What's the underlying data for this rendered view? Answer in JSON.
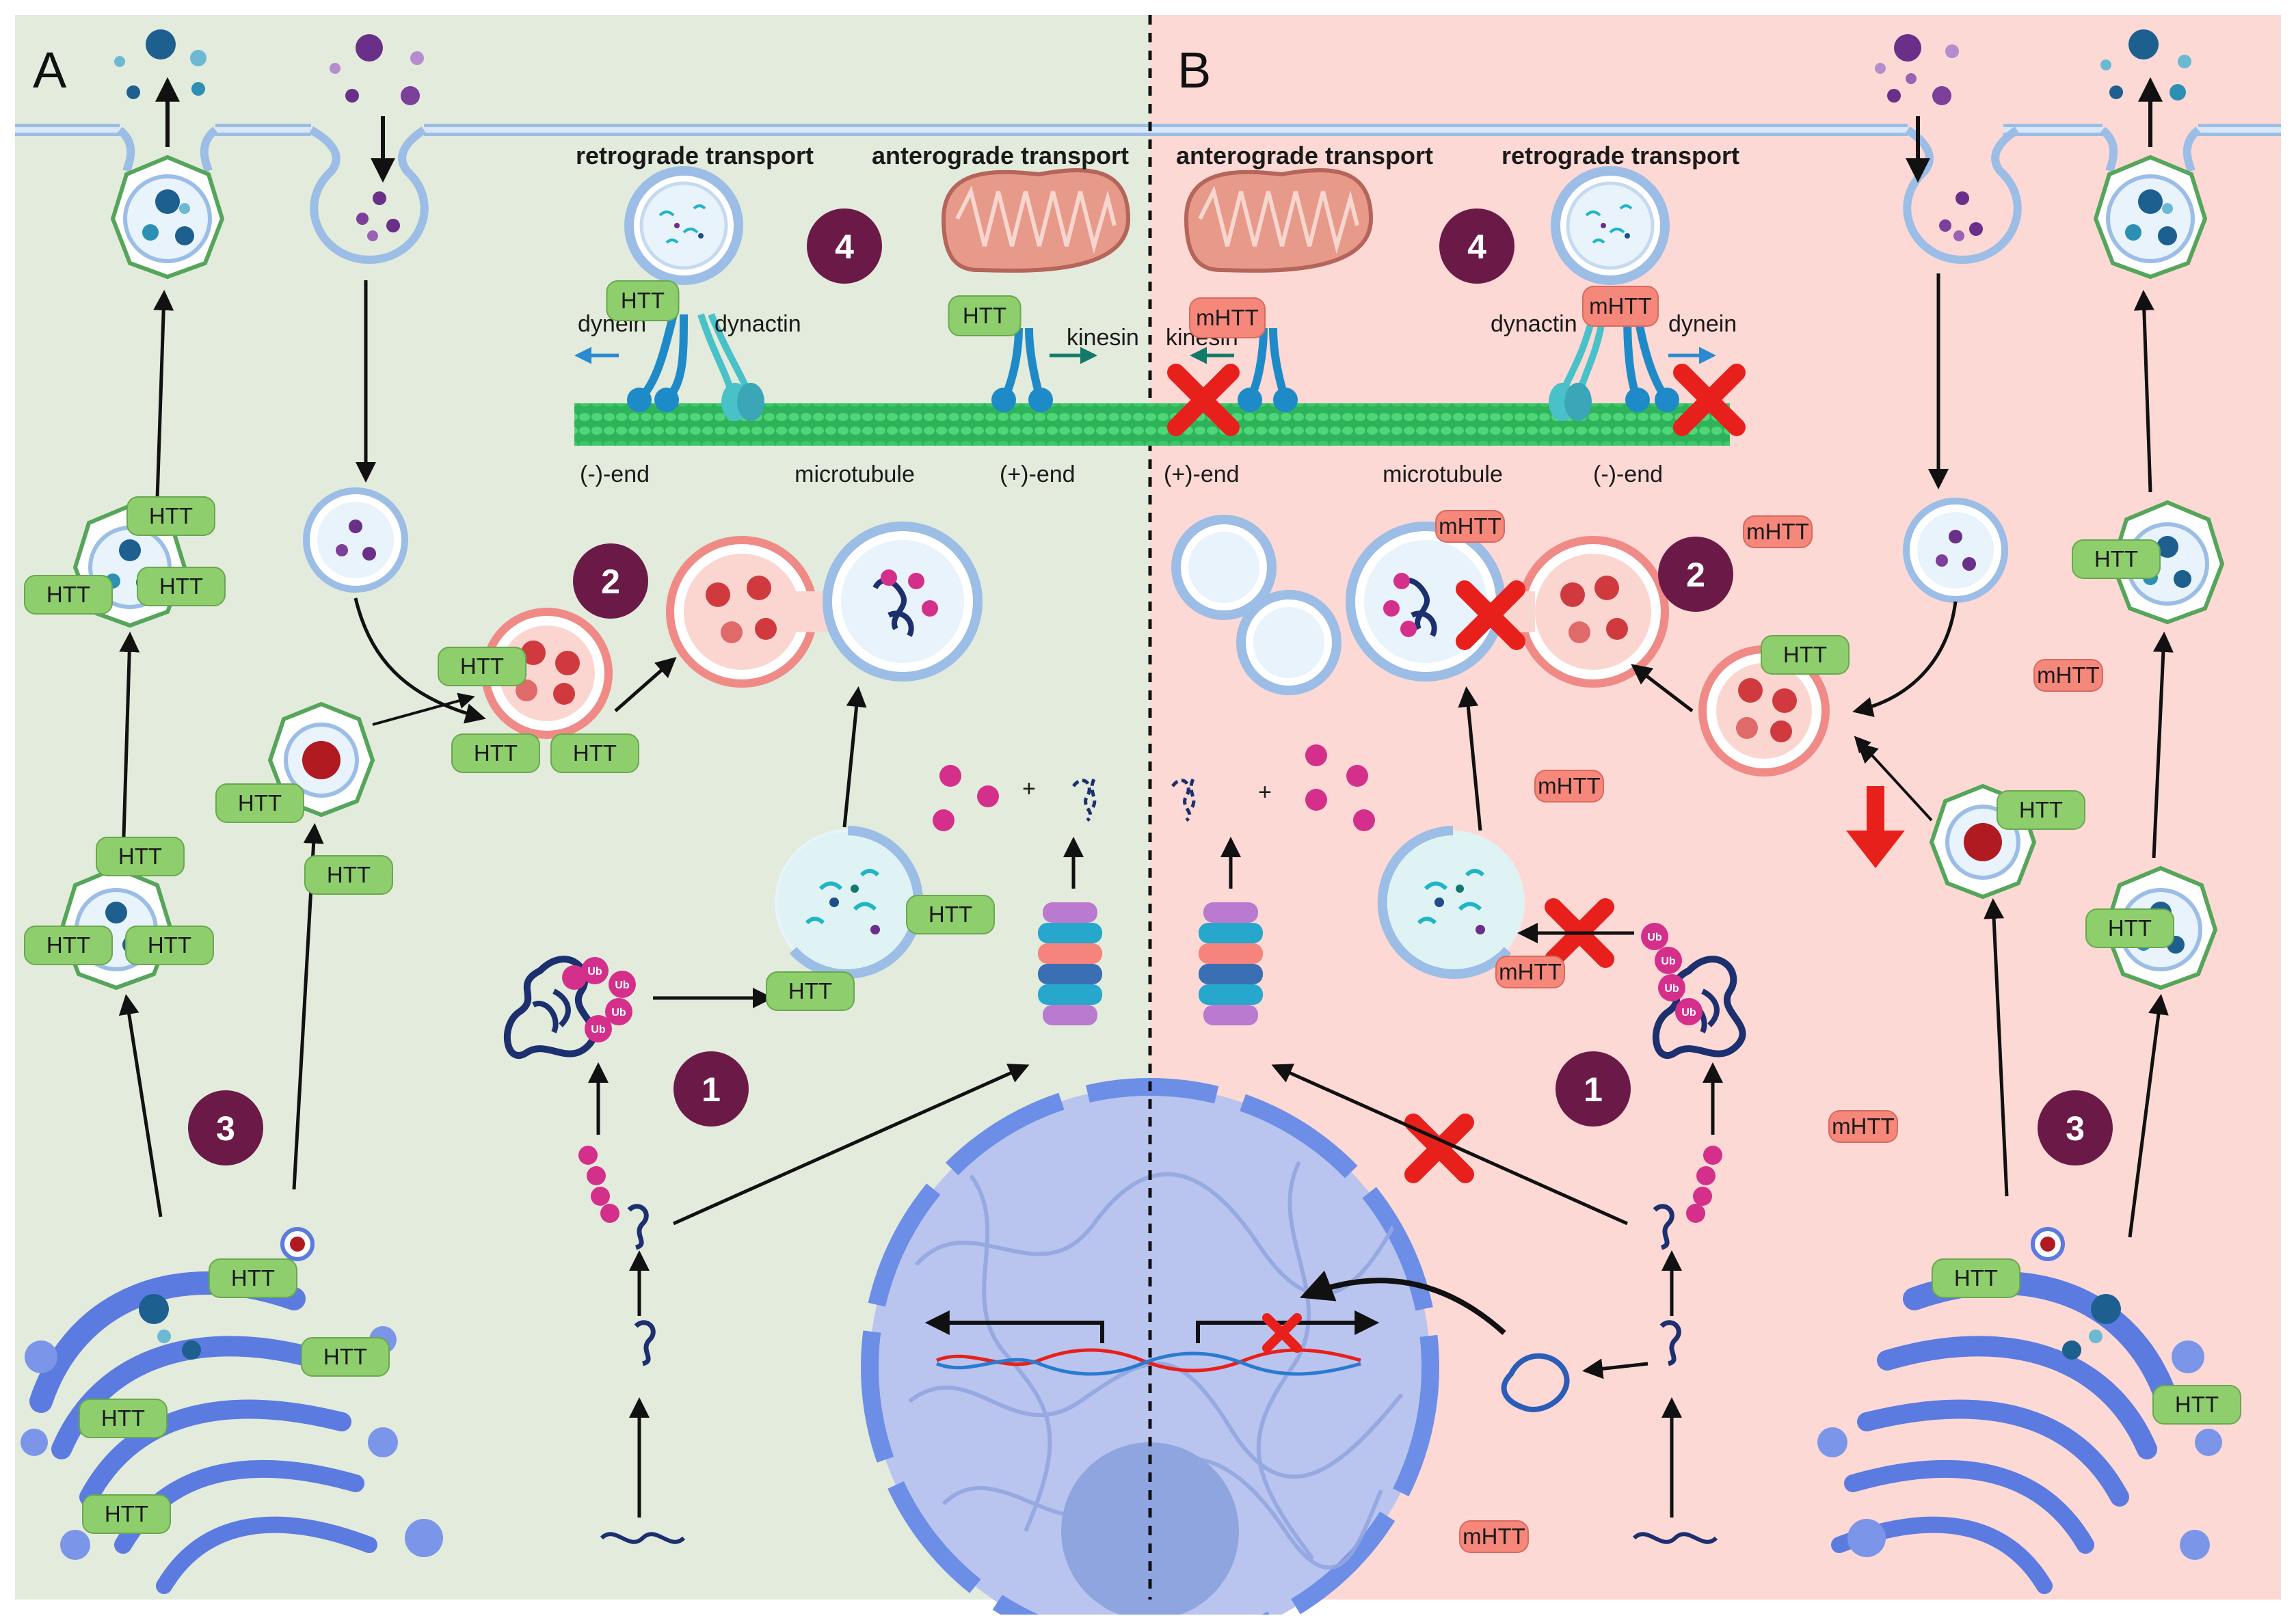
{
  "panels": {
    "a": "A",
    "b": "B"
  },
  "labels": {
    "retrograde": "retrograde transport",
    "anterograde": "anterograde transport",
    "dynein": "dynein",
    "dynactin": "dynactin",
    "kinesin": "kinesin",
    "microtubule": "microtubule",
    "minus_end": "(-)-end",
    "plus_end": "(+)-end",
    "plus": "+",
    "ub": "Ub"
  },
  "steps": [
    "1",
    "2",
    "3",
    "4"
  ],
  "proteins": {
    "htt": "HTT",
    "mhtt": "mHTT"
  },
  "colors": {
    "left_bg": "#e3ebdc",
    "right_bg": "#fdd9d5",
    "htt_fill": "#8fce6d",
    "mhtt_fill": "#f5877b",
    "step_circle": "#6b1a48",
    "membrane": "#9bbde6",
    "blocked": "#e8201c",
    "golgi": "#5b7be0",
    "nucleus": "#b9c5ee"
  },
  "icons": [
    "red-x-icon",
    "arrow-icon",
    "mitochondrion-icon",
    "lysosome-icon",
    "proteasome-icon",
    "golgi-icon",
    "nucleus-icon",
    "dna-icon"
  ]
}
